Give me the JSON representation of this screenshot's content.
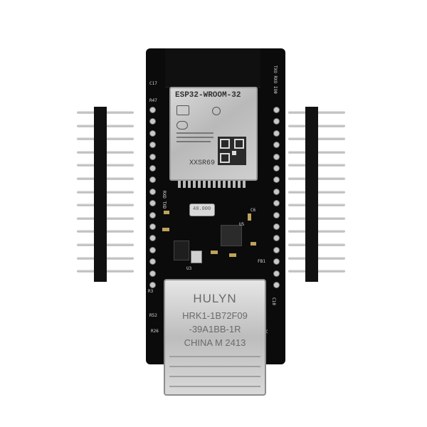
{
  "product": {
    "module_title": "ESP32-WROOM-32",
    "module_code": "XXSR69",
    "connector_brand": "HULYN",
    "connector_model_line1": "HRK1-1B72F09",
    "connector_model_line2": "-39A1BB-1R",
    "connector_model_line3": "CHINA M 2413",
    "crystal_label": "40.000",
    "silkscreen": {
      "top_right": "TXO RXO IO0",
      "c17": "C17",
      "r47": "R47",
      "rxd_txd": "RXD TXD",
      "c10": "C10",
      "u3": "U3",
      "r52": "R52",
      "r26": "R26",
      "j6": "J6",
      "fb1": "FB1",
      "r3": "R3",
      "c6": "C6",
      "u5": "U5"
    }
  }
}
